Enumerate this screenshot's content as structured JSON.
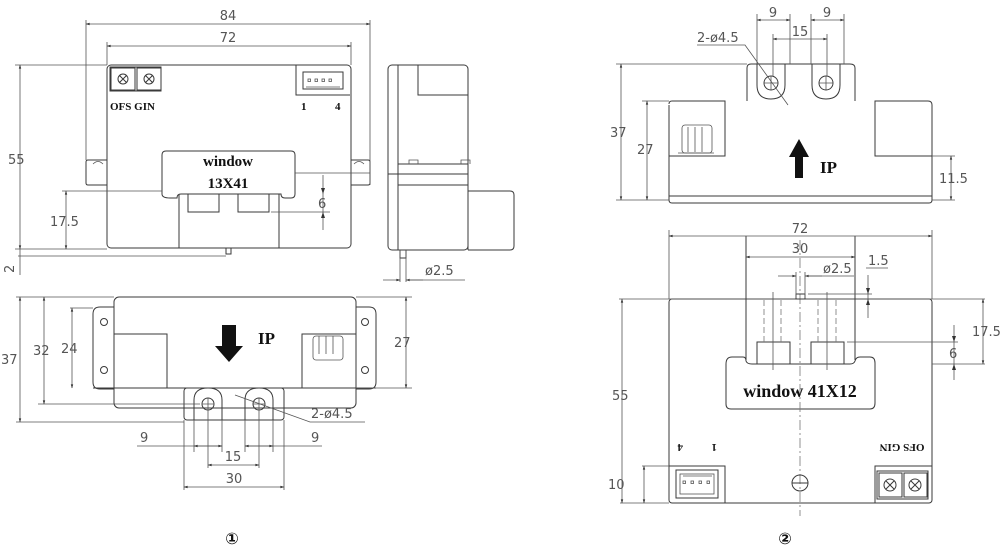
{
  "figure_1": {
    "caption": "①",
    "front_view": {
      "overall_width": "84",
      "body_width": "72",
      "height": "55",
      "window_offset": "17.5",
      "window_gap": "6",
      "pin_offset": "2",
      "label_ofs_gin": "OFS GIN",
      "connector_pin_first": "1",
      "connector_pin_last": "4",
      "window_label_line1": "window",
      "window_label_line2": "13X41"
    },
    "side_view": {
      "pin_diameter": "ø2.5"
    },
    "top_view": {
      "overall_height": "37",
      "hole_height": "32",
      "body_height_left": "24",
      "body_height_right": "27",
      "current_label": "IP",
      "holes_label": "2-ø4.5",
      "tab_width_left": "9",
      "tab_width_right": "9",
      "hole_spacing": "15",
      "mount_width": "30"
    }
  },
  "figure_2": {
    "caption": "②",
    "top_view": {
      "tab_width_left": "9",
      "tab_width_right": "9",
      "hole_spacing": "15",
      "holes_label": "2-ø4.5",
      "overall_height": "37",
      "body_height": "27",
      "step_height": "11.5",
      "current_label": "IP"
    },
    "front_view": {
      "body_width": "72",
      "mount_width": "30",
      "pin_diameter": "ø2.5",
      "pin_offset": "1.5",
      "window_offset": "17.5",
      "window_gap": "6",
      "height": "55",
      "connector_height": "10",
      "window_label": "window 41X12",
      "connector_pin_first": "1",
      "connector_pin_last": "4",
      "label_ofs_gin": "OFS GIN"
    }
  }
}
